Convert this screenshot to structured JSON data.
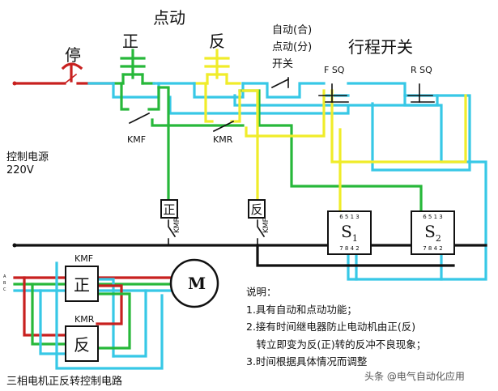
{
  "labels": {
    "stop": "停",
    "forward": "正",
    "jog": "点动",
    "reverse": "反",
    "auto_line1": "自动(合)",
    "auto_line2": "点动(分)",
    "auto_line3": "开关",
    "travel_switch": "行程开关",
    "f_sq": "F  SQ",
    "r_sq": "R  SQ",
    "kmf_contact": "KMF",
    "kmr_contact": "KMR",
    "power_line1": "控制电源",
    "power_line2": "220V",
    "relay_forward": "正",
    "relay_reverse": "反",
    "kmr_vertical_1": "KMR",
    "kmf_vertical_2": "KMF",
    "timer1_main": "S",
    "timer1_sub": "1",
    "timer2_main": "S",
    "timer2_sub": "2",
    "timer_top_pins": "6 5 1 3",
    "timer_bottom_pins": "7 8 4 2",
    "contactor_kmf_label": "KMF",
    "contactor_kmf_text": "正",
    "contactor_kmr_label": "KMR",
    "contactor_kmr_text": "反",
    "motor": "M",
    "phase_labels": "A B C",
    "caption": "三相电机正反转控制电路",
    "watermark": "头条 @电气自动化应用"
  },
  "notes": {
    "title": "说明：",
    "items": [
      "1.具有自动和点动功能；",
      "2.接有时间继电器防止电动机由正(反)",
      "　转立即变为反(正)转的反冲不良现象；",
      "3.时间根据具体情况而调整"
    ]
  },
  "colors": {
    "red": "#c8201f",
    "cyan": "#37c8e6",
    "green": "#27b83a",
    "yellow": "#f0ec2a",
    "black": "#111111"
  }
}
